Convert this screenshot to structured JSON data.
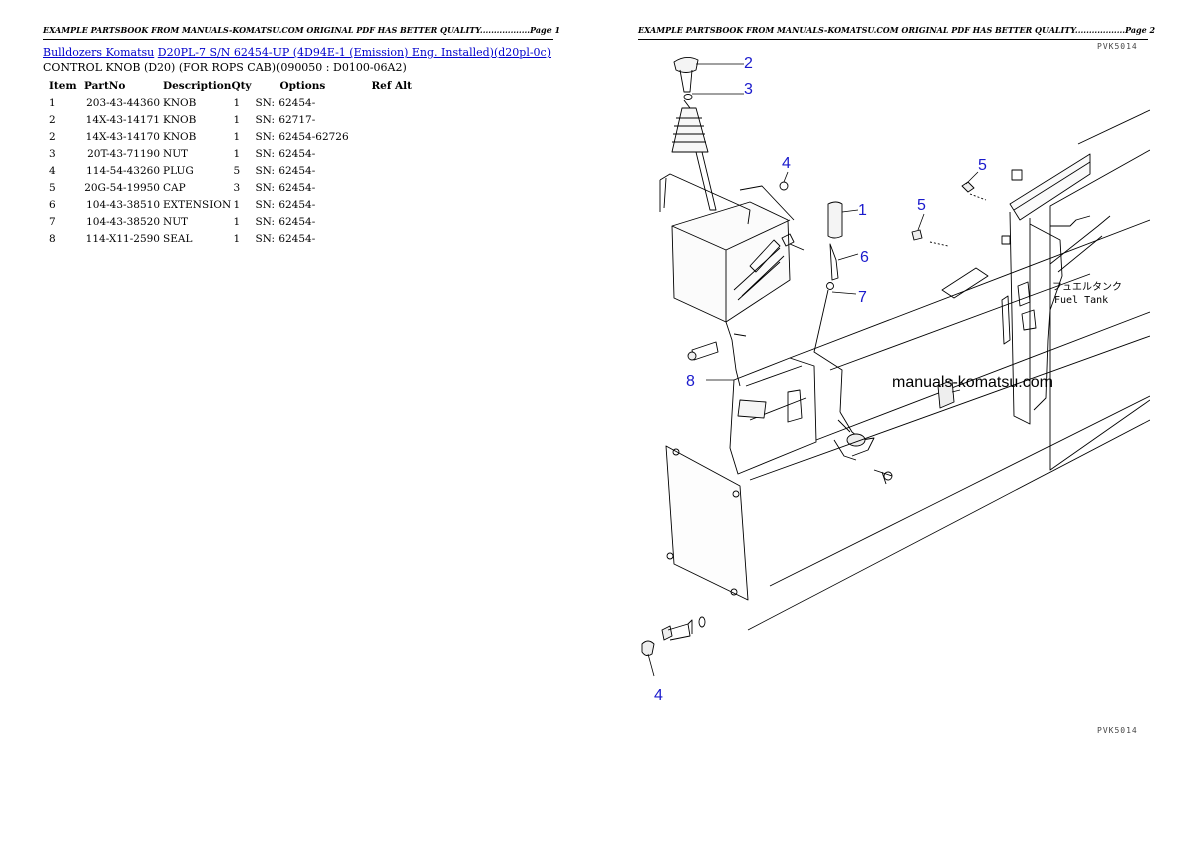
{
  "page1_header": "EXAMPLE PARTSBOOK FROM MANUALS-KOMATSU.COM ORIGINAL PDF HAS BETTER QUALITY..................Page 1",
  "page2_header": "EXAMPLE PARTSBOOK FROM MANUALS-KOMATSU.COM ORIGINAL PDF HAS BETTER QUALITY..................Page 2",
  "breadcrumb": {
    "link1": "Bulldozers Komatsu",
    "link2": "D20PL-7 S/N 62454-UP (4D94E-1 (Emission) Eng. Installed)(d20pl-0c)"
  },
  "subtitle": "CONTROL KNOB (D20) (FOR ROPS CAB)(090050 : D0100-06A2)",
  "table": {
    "headers": {
      "item": "Item",
      "partno": "PartNo",
      "description": "Description",
      "qty": "Qty",
      "options": "Options",
      "refalt": "Ref Alt"
    },
    "rows": [
      {
        "item": "1",
        "partno": "203-43-44360",
        "description": "KNOB",
        "qty": "1",
        "options": "SN: 62454-",
        "refalt": ""
      },
      {
        "item": "2",
        "partno": "14X-43-14171",
        "description": "KNOB",
        "qty": "1",
        "options": "SN: 62717-",
        "refalt": ""
      },
      {
        "item": "2",
        "partno": "14X-43-14170",
        "description": "KNOB",
        "qty": "1",
        "options": "SN: 62454-62726",
        "refalt": ""
      },
      {
        "item": "3",
        "partno": "20T-43-71190",
        "description": "NUT",
        "qty": "1",
        "options": "SN: 62454-",
        "refalt": ""
      },
      {
        "item": "4",
        "partno": "114-54-43260",
        "description": "PLUG",
        "qty": "5",
        "options": "SN: 62454-",
        "refalt": ""
      },
      {
        "item": "5",
        "partno": "20G-54-19950",
        "description": "CAP",
        "qty": "3",
        "options": "SN: 62454-",
        "refalt": ""
      },
      {
        "item": "6",
        "partno": "104-43-38510",
        "description": "EXTENSION",
        "qty": "1",
        "options": "SN: 62454-",
        "refalt": ""
      },
      {
        "item": "7",
        "partno": "104-43-38520",
        "description": "NUT",
        "qty": "1",
        "options": "SN: 62454-",
        "refalt": ""
      },
      {
        "item": "8",
        "partno": "114-X11-2590",
        "description": "SEAL",
        "qty": "1",
        "options": "SN: 62454-",
        "refalt": ""
      }
    ]
  },
  "diagram": {
    "callouts": {
      "c2": "2",
      "c3": "3",
      "c4a": "4",
      "c1": "1",
      "c6": "6",
      "c7": "7",
      "c8": "8",
      "c5a": "5",
      "c5b": "5",
      "c4b": "4"
    },
    "fuel_tank_jp": "フュエルタンク",
    "fuel_tank_en": "Fuel Tank",
    "watermark": "manuals-komatsu.com",
    "code_top": "PVK5014",
    "code_bottom": "PVK5014",
    "callout_color": "#1a1acc"
  }
}
